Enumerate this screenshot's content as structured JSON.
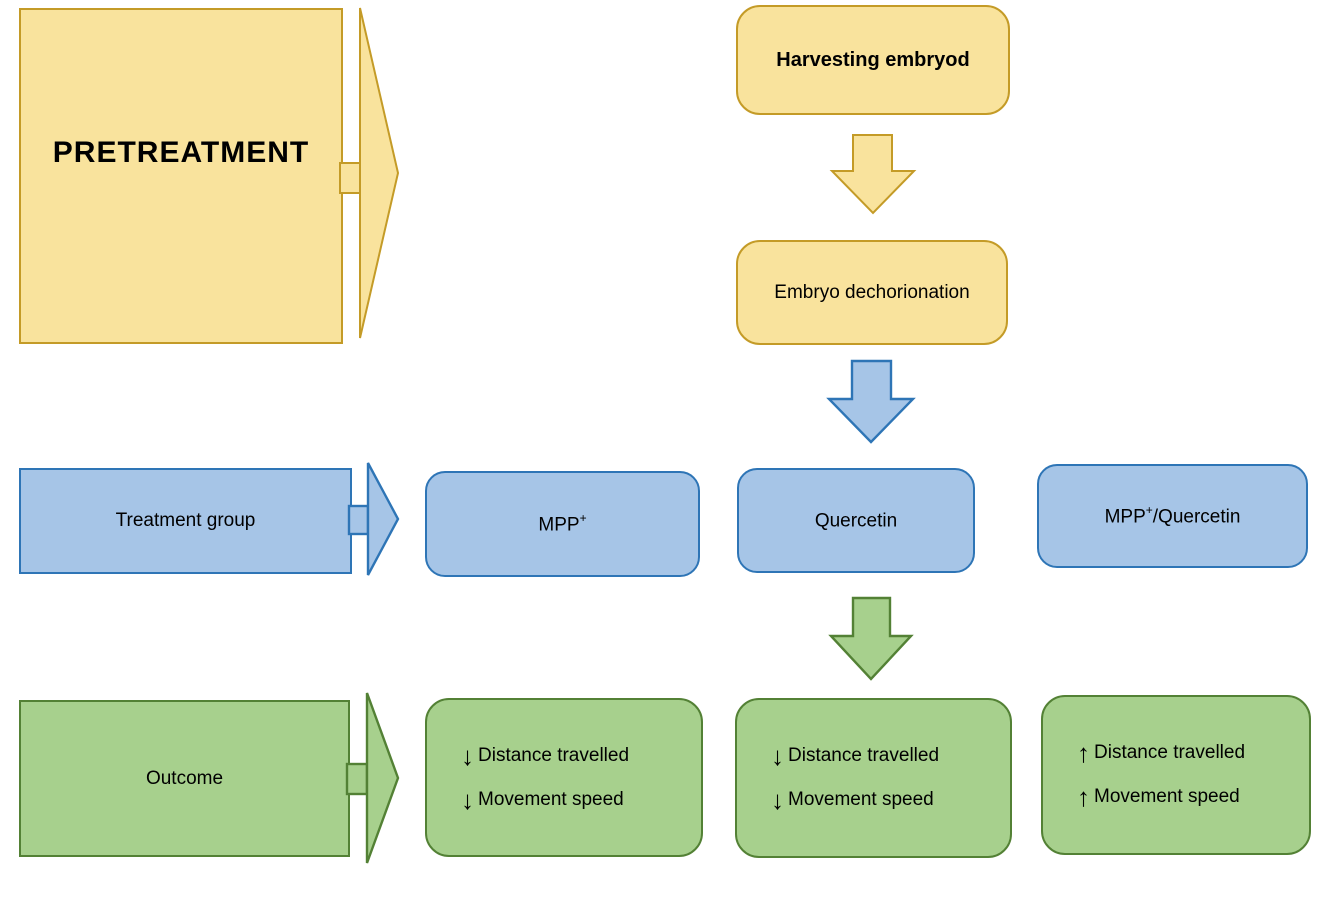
{
  "palette": {
    "background": "#ffffff",
    "text_color": "#000000",
    "yellow_fill": "#f9e39d",
    "yellow_border": "#c49b27",
    "blue_fill": "#a6c5e7",
    "blue_border": "#2e75b6",
    "green_fill": "#a7d08d",
    "green_border": "#538135"
  },
  "pretreatment": {
    "label": "PRETREATMENT"
  },
  "protocol": {
    "harvest": "Harvesting embryod",
    "dechorionation": "Embryo dechorionation"
  },
  "treatment_row": {
    "header": "Treatment group",
    "groups": [
      {
        "pre": "MPP",
        "sup": "+",
        "post": ""
      },
      {
        "pre": "Quercetin",
        "sup": "",
        "post": ""
      },
      {
        "pre": "MPP",
        "sup": "+",
        "post": "/Quercetin"
      }
    ]
  },
  "outcome_row": {
    "header": "Outcome",
    "results": [
      {
        "items": [
          {
            "glyph": "↓",
            "label": "Distance travelled"
          },
          {
            "glyph": "↓",
            "label": "Movement speed"
          }
        ]
      },
      {
        "items": [
          {
            "glyph": "↓",
            "label": "Distance travelled"
          },
          {
            "glyph": "↓",
            "label": "Movement speed"
          }
        ]
      },
      {
        "items": [
          {
            "glyph": "↑",
            "label": "Distance travelled"
          },
          {
            "glyph": "↑",
            "label": "Movement speed"
          }
        ]
      }
    ]
  },
  "icons": {
    "flow_down_connector": "block-down-arrow",
    "flow_right_connector": "striped-right-arrow",
    "decrease_icon": "↓",
    "increase_icon": "↑"
  }
}
